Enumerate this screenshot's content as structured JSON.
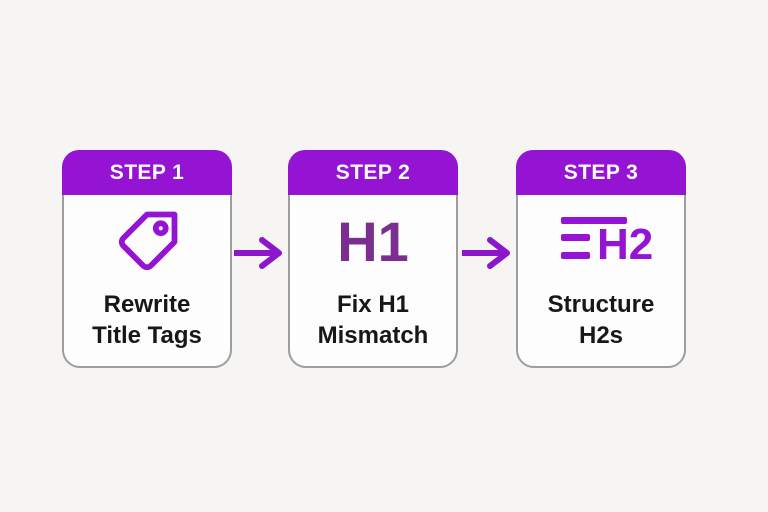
{
  "colors": {
    "page_bg": "#f6f5f3",
    "card_bg": "#fdfdfd",
    "card_border": "#9e9e9e",
    "purple_bright": "#9513d3",
    "purple_deep": "#7c2e90",
    "arrow_purple": "#8c16cb",
    "header_text": "#ffffff",
    "text_dark": "#171717"
  },
  "steps": [
    {
      "step_label": "STEP 1",
      "icon": "tag-icon",
      "label_lines": [
        "Rewrite",
        "Title Tags"
      ]
    },
    {
      "step_label": "STEP 2",
      "icon": "h1-text-icon",
      "icon_text": "H1",
      "label_lines": [
        "Fix H1",
        "Mismatch"
      ]
    },
    {
      "step_label": "STEP 3",
      "icon": "h2-heading-icon",
      "icon_text": "H2",
      "label_lines": [
        "Structure",
        "H2s"
      ]
    }
  ],
  "arrows": [
    {
      "name": "arrow-step1-to-step2",
      "direction": "right"
    },
    {
      "name": "arrow-step2-to-step3",
      "direction": "right"
    }
  ]
}
